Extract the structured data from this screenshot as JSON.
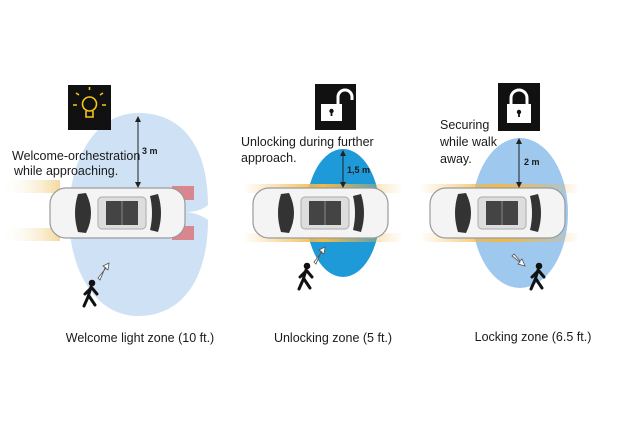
{
  "panels": [
    {
      "icon": "light-bulb-icon",
      "note_lines": [
        "Welcome-orchestration",
        "while approaching."
      ],
      "distance": "3 m",
      "caption": "Welcome light zone (10 ft.)",
      "zone_color": "#cfe2f5"
    },
    {
      "icon": "unlocked-padlock-icon",
      "note_lines": [
        "Unlocking during further",
        "approach."
      ],
      "distance": "1,5 m",
      "caption": "Unlocking zone (5 ft.)",
      "zone_color": "#1f9ad8"
    },
    {
      "icon": "locked-padlock-icon",
      "note_lines": [
        "Securing",
        "while walk",
        "away."
      ],
      "distance": "2 m",
      "caption": "Locking zone (6.5 ft.)",
      "zone_color": "#9ec8ee"
    }
  ]
}
